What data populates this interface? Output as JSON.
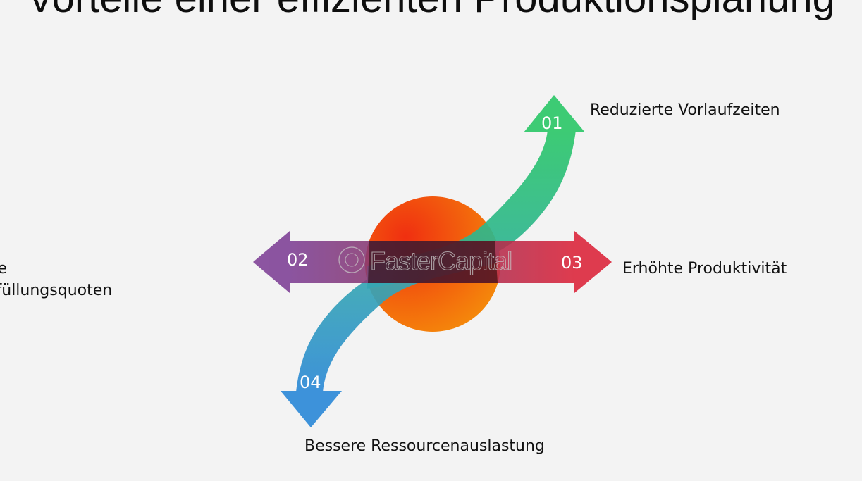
{
  "title": "Vorteile einer effizienten Produktionsplanung",
  "watermark": "FasterCapital",
  "items": [
    {
      "number": "01",
      "label": "Reduzierte Vorlaufzeiten",
      "color": "#2cc46b",
      "direction": "up"
    },
    {
      "number": "02",
      "label": "Verbesserte Auftragserfüllungsquoten",
      "color": "#7a3f92",
      "direction": "left"
    },
    {
      "number": "03",
      "label": "Erhöhte Produktivität",
      "color": "#d92b3d",
      "direction": "right"
    },
    {
      "number": "04",
      "label": "Bessere Ressourcenauslastung",
      "color": "#2f8fd6",
      "direction": "down"
    }
  ],
  "center_circle": {
    "color_start": "#f03a12",
    "color_end": "#f5860a"
  }
}
